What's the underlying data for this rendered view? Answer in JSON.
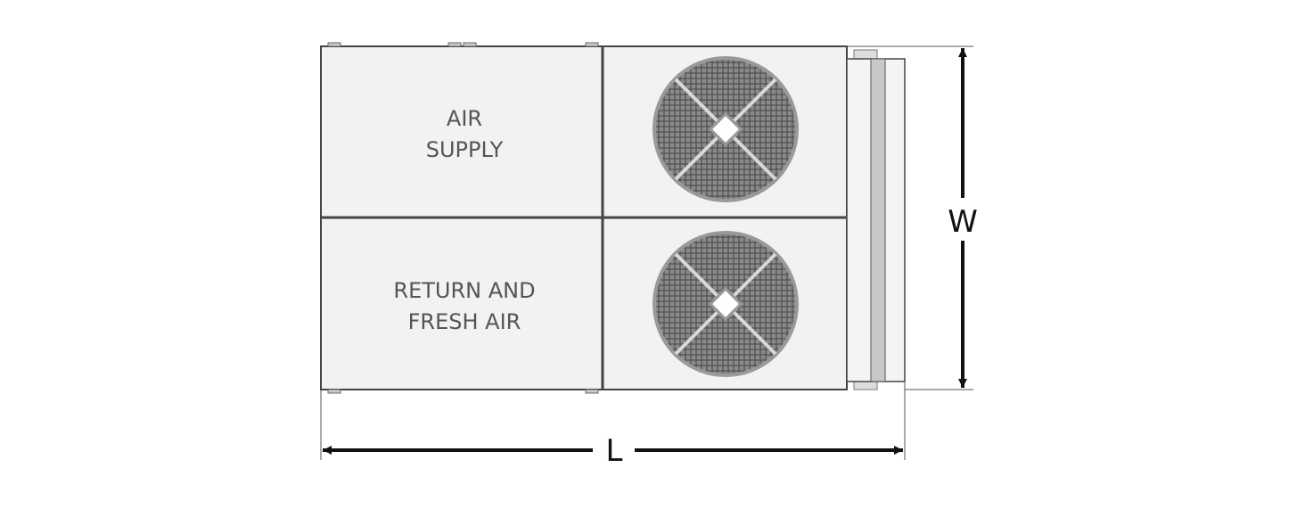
{
  "panels": {
    "supply": [
      "AIR",
      "SUPPLY"
    ],
    "return": [
      "RETURN AND",
      "FRESH AIR"
    ]
  },
  "dimensions": {
    "length": "L",
    "width": "W"
  },
  "colors": {
    "panel": "#f2f2f2",
    "outline": "#444444",
    "text": "#555555",
    "arrow": "#111111"
  }
}
